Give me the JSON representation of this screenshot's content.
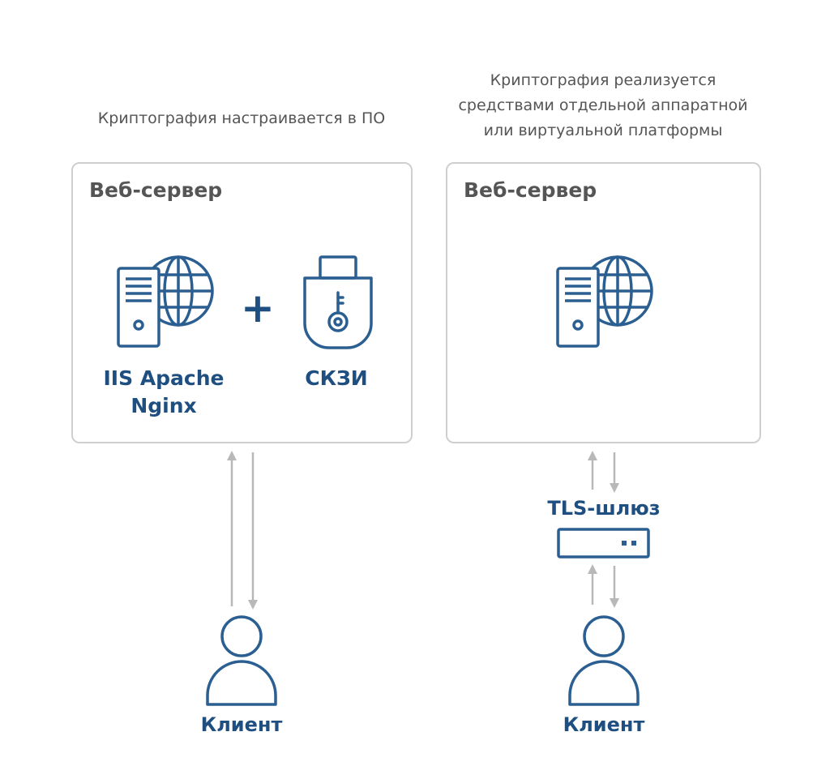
{
  "left": {
    "caption": "Криптография настраивается в ПО",
    "panel_title": "Веб-сервер",
    "server_label_line1": "IIS Apache",
    "server_label_line2": "Nginx",
    "plus": "+",
    "skzi_label": "СКЗИ",
    "client_label": "Клиент"
  },
  "right": {
    "caption_line1": "Криптография реализуется",
    "caption_line2": "средствами отдельной аппаратной",
    "caption_line3": "или виртуальной платформы",
    "panel_title": "Веб-сервер",
    "gateway_label": "TLS-шлюз",
    "client_label": "Клиент"
  },
  "colors": {
    "icon_blue": "#2b5f91",
    "label_blue": "#1e4f80",
    "border_gray": "#cfcfcf",
    "arrow_gray": "#b8b8b8",
    "text_gray": "#555555"
  }
}
